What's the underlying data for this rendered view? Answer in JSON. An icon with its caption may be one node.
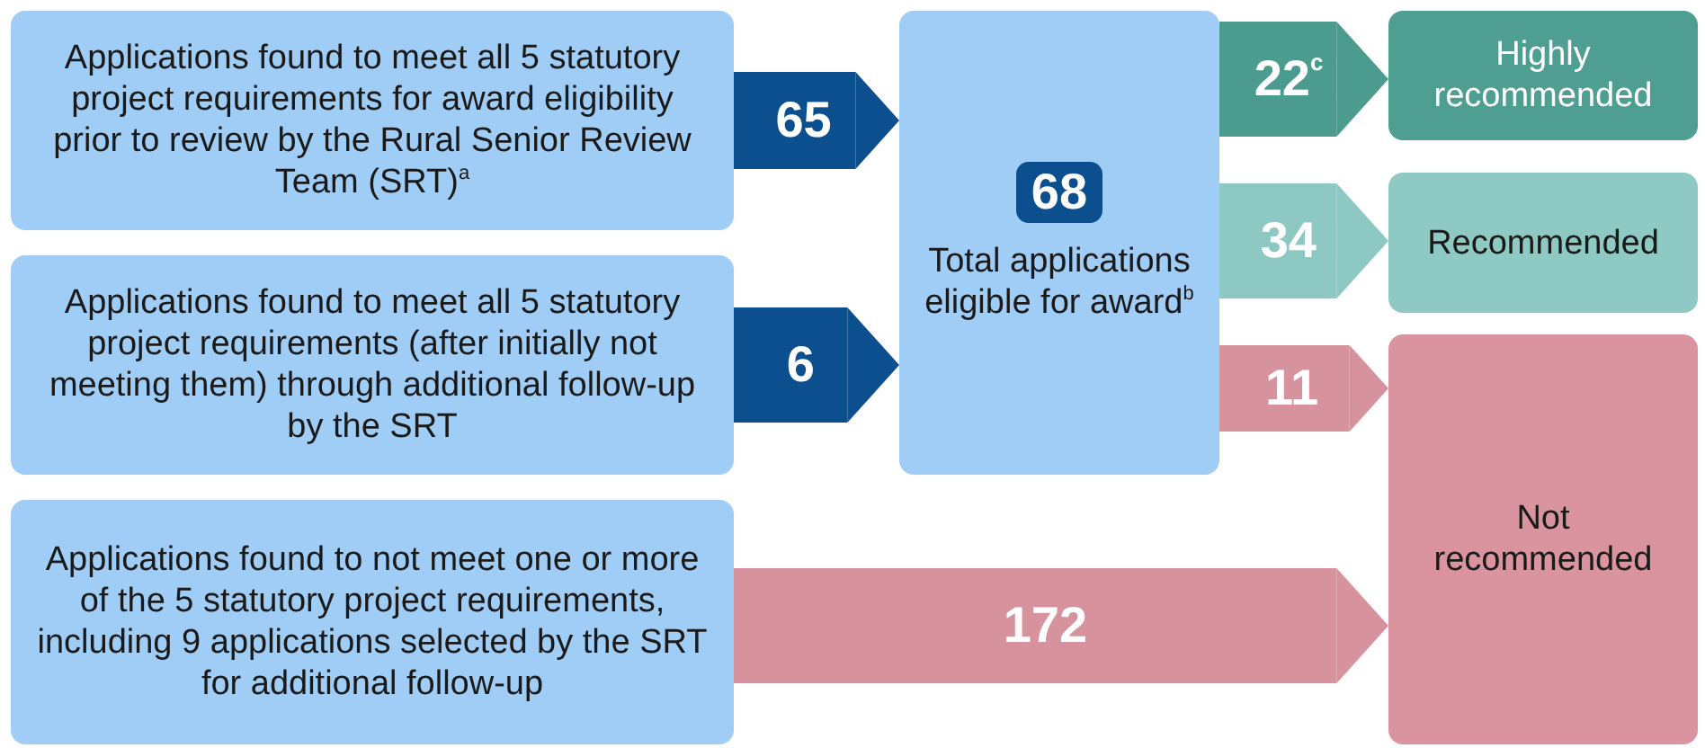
{
  "diagram": {
    "nodes": [
      {
        "text": [
          "Applications found to meet all 5 statutory project requirements for award eligibility prior to review by the Rural Senior Review Team (SRT)$^{a}$"
        ]
      },
      {
        "text": [
          "Applications found to meet all 5 statutory project requirements (after initially not meeting them) through additional follow-up by the SRT"
        ]
      },
      {
        "text": [
          "Applications found to not meet one or more of the 5 statutory project requirements, including 9 applications selected by the SRT for additional follow-up"
        ]
      },
      {
        "text": [
          "68",
          "Total applications eligible for award$^{b}$"
        ]
      },
      {
        "text": [
          "Highly recommended"
        ]
      },
      {
        "text": [
          "Recommended"
        ]
      },
      {
        "text": [
          "Not recommended"
        ]
      }
    ],
    "edges": [
      {
        "from": 0,
        "to": 3,
        "arrow": "to",
        "label": "65",
        "color": "#0b4f8f"
      },
      {
        "from": 1,
        "to": 3,
        "arrow": "to",
        "label": "6",
        "color": "#0b4f8f"
      },
      {
        "from": 3,
        "to": 4,
        "arrow": "to",
        "label": "22$^{c}$",
        "color": "#4b9b8f"
      },
      {
        "from": 3,
        "to": 5,
        "arrow": "to",
        "label": "34",
        "color": "#8dc8c2"
      },
      {
        "from": 3,
        "to": 6,
        "arrow": "to",
        "label": "11",
        "color": "#d6939e"
      },
      {
        "from": 2,
        "to": 6,
        "arrow": "to",
        "label": "172",
        "color": "#d6939e"
      }
    ]
  }
}
